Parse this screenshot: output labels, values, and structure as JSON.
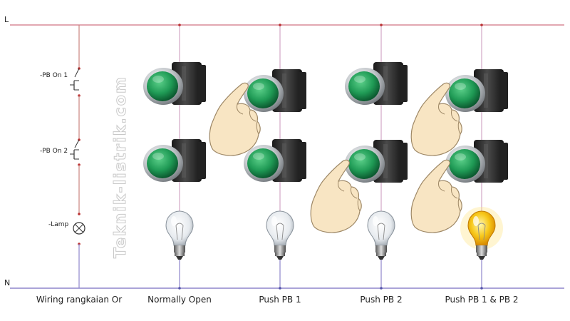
{
  "rails": {
    "line": "L",
    "neutral": "N"
  },
  "schematic": {
    "pb1_label": "-PB On 1",
    "pb2_label": "-PB On 2",
    "lamp_label": "-Lamp"
  },
  "watermark": "Teknik-listrik.com",
  "columns": [
    {
      "caption": "Wiring rangkaian Or"
    },
    {
      "caption": "Normally Open",
      "pb1_pressed": false,
      "pb2_pressed": false,
      "lamp_on": false
    },
    {
      "caption": "Push PB 1",
      "pb1_pressed": true,
      "pb2_pressed": false,
      "lamp_on": false
    },
    {
      "caption": "Push PB 2",
      "pb1_pressed": false,
      "pb2_pressed": true,
      "lamp_on": false
    },
    {
      "caption": "Push PB 1 & PB 2",
      "pb1_pressed": true,
      "pb2_pressed": true,
      "lamp_on": true
    }
  ],
  "colors": {
    "line_rail": "#d98a98",
    "neutral_rail": "#8e86cc",
    "wire": "#d2a6c6",
    "schematic_wire": "#c9837f",
    "button_green": "#1f9a55",
    "button_housing": "#2b2b2b",
    "lamp_on": "#f3b70f",
    "lamp_off": "#eef1f4",
    "hand": "#f8e5c3"
  }
}
